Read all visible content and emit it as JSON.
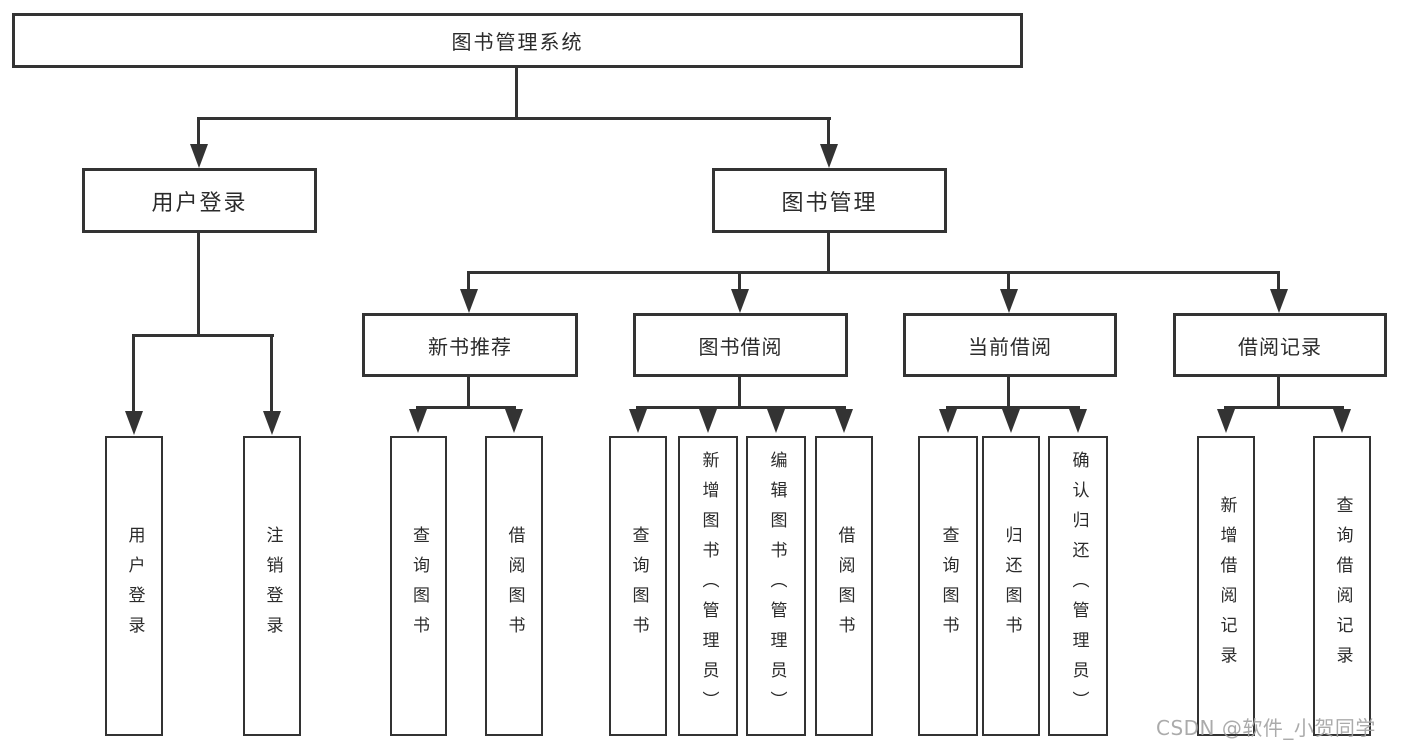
{
  "diagram": {
    "type": "hierarchy",
    "root": {
      "label": "图书管理系统"
    },
    "branches": [
      {
        "label": "用户登录",
        "children": [
          {
            "label": "用户登录"
          },
          {
            "label": "注销登录"
          }
        ]
      },
      {
        "label": "图书管理",
        "children": [
          {
            "label": "新书推荐",
            "children": [
              {
                "label": "查询图书"
              },
              {
                "label": "借阅图书"
              }
            ]
          },
          {
            "label": "图书借阅",
            "children": [
              {
                "label": "查询图书"
              },
              {
                "label": "新增图书（管理员）"
              },
              {
                "label": "编辑图书（管理员）"
              },
              {
                "label": "借阅图书"
              }
            ]
          },
          {
            "label": "当前借阅",
            "children": [
              {
                "label": "查询图书"
              },
              {
                "label": "归还图书"
              },
              {
                "label": "确认归还（管理员）"
              }
            ]
          },
          {
            "label": "借阅记录",
            "children": [
              {
                "label": "新增借阅记录"
              },
              {
                "label": "查询借阅记录"
              }
            ]
          }
        ]
      }
    ]
  },
  "watermark": {
    "text": "CSDN @软件_小贺同学"
  },
  "colors": {
    "background": "#ffffff",
    "line": "#333333",
    "text": "#2b2b2b",
    "watermark": "#a3a3a3"
  }
}
